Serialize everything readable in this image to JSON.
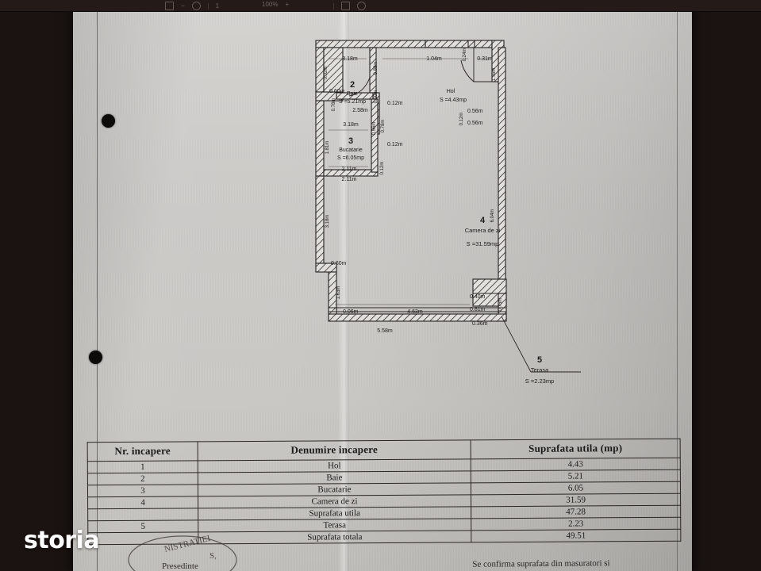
{
  "toolbar": {
    "zoom_level": "100%",
    "zoom_out_label": "−",
    "zoom_in_label": "+",
    "rotate_label": "↻",
    "fit_label": "⤢",
    "page_indicator": "1",
    "icons": [
      "zoom-out-icon",
      "zoom-in-icon",
      "rotate-icon",
      "fit-screen-icon",
      "download-icon",
      "close-icon"
    ]
  },
  "watermark": {
    "text": "storia"
  },
  "document": {
    "type": "floor-plan-scan",
    "plan": {
      "rooms": [
        {
          "number": "2",
          "name": "Baie",
          "area_label": "S =5.21mp"
        },
        {
          "number": "3",
          "name": "Bucatarie",
          "area_label": "S =6.05mp"
        },
        {
          "number": "4",
          "name": "Camera de zi",
          "area_label": "S =31.59mp"
        },
        {
          "number": "5",
          "name": "Terasa",
          "area_label": "S =2.23mp"
        }
      ],
      "hall": {
        "name": "Hol",
        "area_label": "S =4.43mp"
      },
      "dimensions": {
        "baie_top": "3.18m",
        "baie_left": "0.60m",
        "baie_left_small": "0.02m",
        "baie_bottom": "2.58m",
        "baie_bottom_left": "0.78m",
        "mid_vert_1": "0.88m",
        "mid_vert_2": "0.10m",
        "mid_012_a": "0.12m",
        "hol_top": "1.04m",
        "hol_top_right": "0.31m",
        "hol_vert_024": "0.24m",
        "hol_right_176": "1.76m",
        "hol_056_a": "0.56m",
        "hol_056_b": "0.56m",
        "hol_012_b": "0.12m",
        "bucatarie_top": "3.18m",
        "bucatarie_left": "1.81m",
        "bucatarie_bottom": "2.11m",
        "bucatarie_bottom2": "2.11m",
        "bucatarie_right_012": "0.12m",
        "mid_078": "0.78m",
        "mid_056": "0.56m",
        "mid_012_c": "0.12m",
        "camera_left_318": "3.18m",
        "camera_left_060": "0.60m",
        "camera_left_163": "1.63m",
        "camera_right_604": "6.04m",
        "camera_bottom_463": "4.63m",
        "camera_bottom_006": "0.06m",
        "terasa_558": "5.58m",
        "right_040": "0.40m",
        "right_081": "0.81m",
        "right_036": "0.36m",
        "right_075": "0.75m"
      }
    },
    "table": {
      "headers": [
        "Nr. incapere",
        "Denumire incapere",
        "Suprafata utila (mp)"
      ],
      "rows": [
        {
          "nr": "1",
          "name": "Hol",
          "area": "4.43",
          "kind": "room"
        },
        {
          "nr": "2",
          "name": "Baie",
          "area": "5.21",
          "kind": "room"
        },
        {
          "nr": "3",
          "name": "Bucatarie",
          "area": "6.05",
          "kind": "room"
        },
        {
          "nr": "4",
          "name": "Camera de zi",
          "area": "31.59",
          "kind": "room"
        },
        {
          "nr": "",
          "name": "Suprafata utila",
          "area": "47.28",
          "kind": "subtotal"
        },
        {
          "nr": "5",
          "name": "Terasa",
          "area": "2.23",
          "kind": "room"
        },
        {
          "nr": "",
          "name": "Suprafata totala",
          "area": "49.51",
          "kind": "total"
        }
      ]
    },
    "footnote": "Se confirma suprafata din masuratori si",
    "stamp": {
      "text_top": "NISTRATIEI",
      "text_right": "S,",
      "text_bottom": "Presedinte"
    }
  }
}
